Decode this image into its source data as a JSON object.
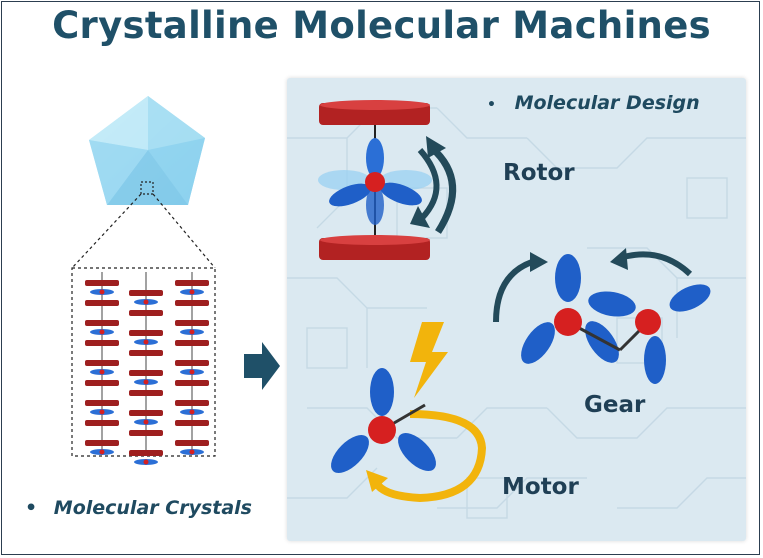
{
  "title": "Crystalline Molecular Machines",
  "labels": {
    "molecular_design": "Molecular Design",
    "molecular_crystals": "Molecular Crystals",
    "rotor": "Rotor",
    "gear": "Gear",
    "motor": "Motor",
    "bullet": "•"
  },
  "colors": {
    "title": "#1f5068",
    "rotor_disk": "#b22222",
    "lobe_blue": "#1f5fc8",
    "center_red": "#d62020",
    "arrow_dark": "#234a5a",
    "motor_arrow": "#f2b40c",
    "crystal": "#8fd3ee",
    "panel_bg": "#dbe9f1"
  },
  "icons": [
    "crystal-icon",
    "right-arrow-icon",
    "rotor-molecule-icon",
    "gear-molecule-icon",
    "motor-molecule-icon",
    "lightning-icon",
    "rotation-arrow-icon"
  ]
}
